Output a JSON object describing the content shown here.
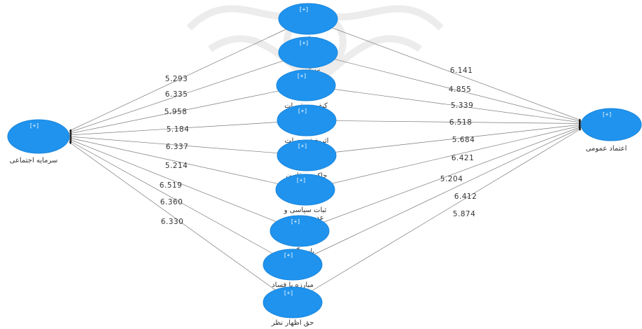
{
  "colors": {
    "node_fill": "#1f93ee",
    "edge": "#7a7a7a",
    "label": "#333333",
    "watermark": "#c9c9c9"
  },
  "expand_marker": "[+]",
  "nodes": {
    "source": {
      "label": "سرمایه اجتماعی"
    },
    "target": {
      "label": "اعتماد عمومی"
    },
    "mediators": [
      {
        "id": "m1",
        "label": "شفافیت"
      },
      {
        "id": "m2",
        "label": "کارآمدی"
      },
      {
        "id": "m3",
        "label": "کیفیت مقررات"
      },
      {
        "id": "m4",
        "label": "اثربخشی دولت"
      },
      {
        "id": "m5",
        "label": "حاکمیت قانون"
      },
      {
        "id": "m6",
        "label": "ثبات سیاسی و عدم خشونت"
      },
      {
        "id": "m7",
        "label": "پاسخگویی"
      },
      {
        "id": "m8",
        "label": "مبارزه با فساد"
      },
      {
        "id": "m9",
        "label": "حق اظهار نظر"
      }
    ]
  },
  "edges": {
    "left": [
      "5.293",
      "6.335",
      "5.958",
      "5.184",
      "6.337",
      "5.214",
      "6.519",
      "6.360",
      "6.330"
    ],
    "right": [
      "6.141",
      "4.855",
      "5.339",
      "6.518",
      "5.684",
      "6.421",
      "5.204",
      "6.412",
      "5.874"
    ]
  }
}
